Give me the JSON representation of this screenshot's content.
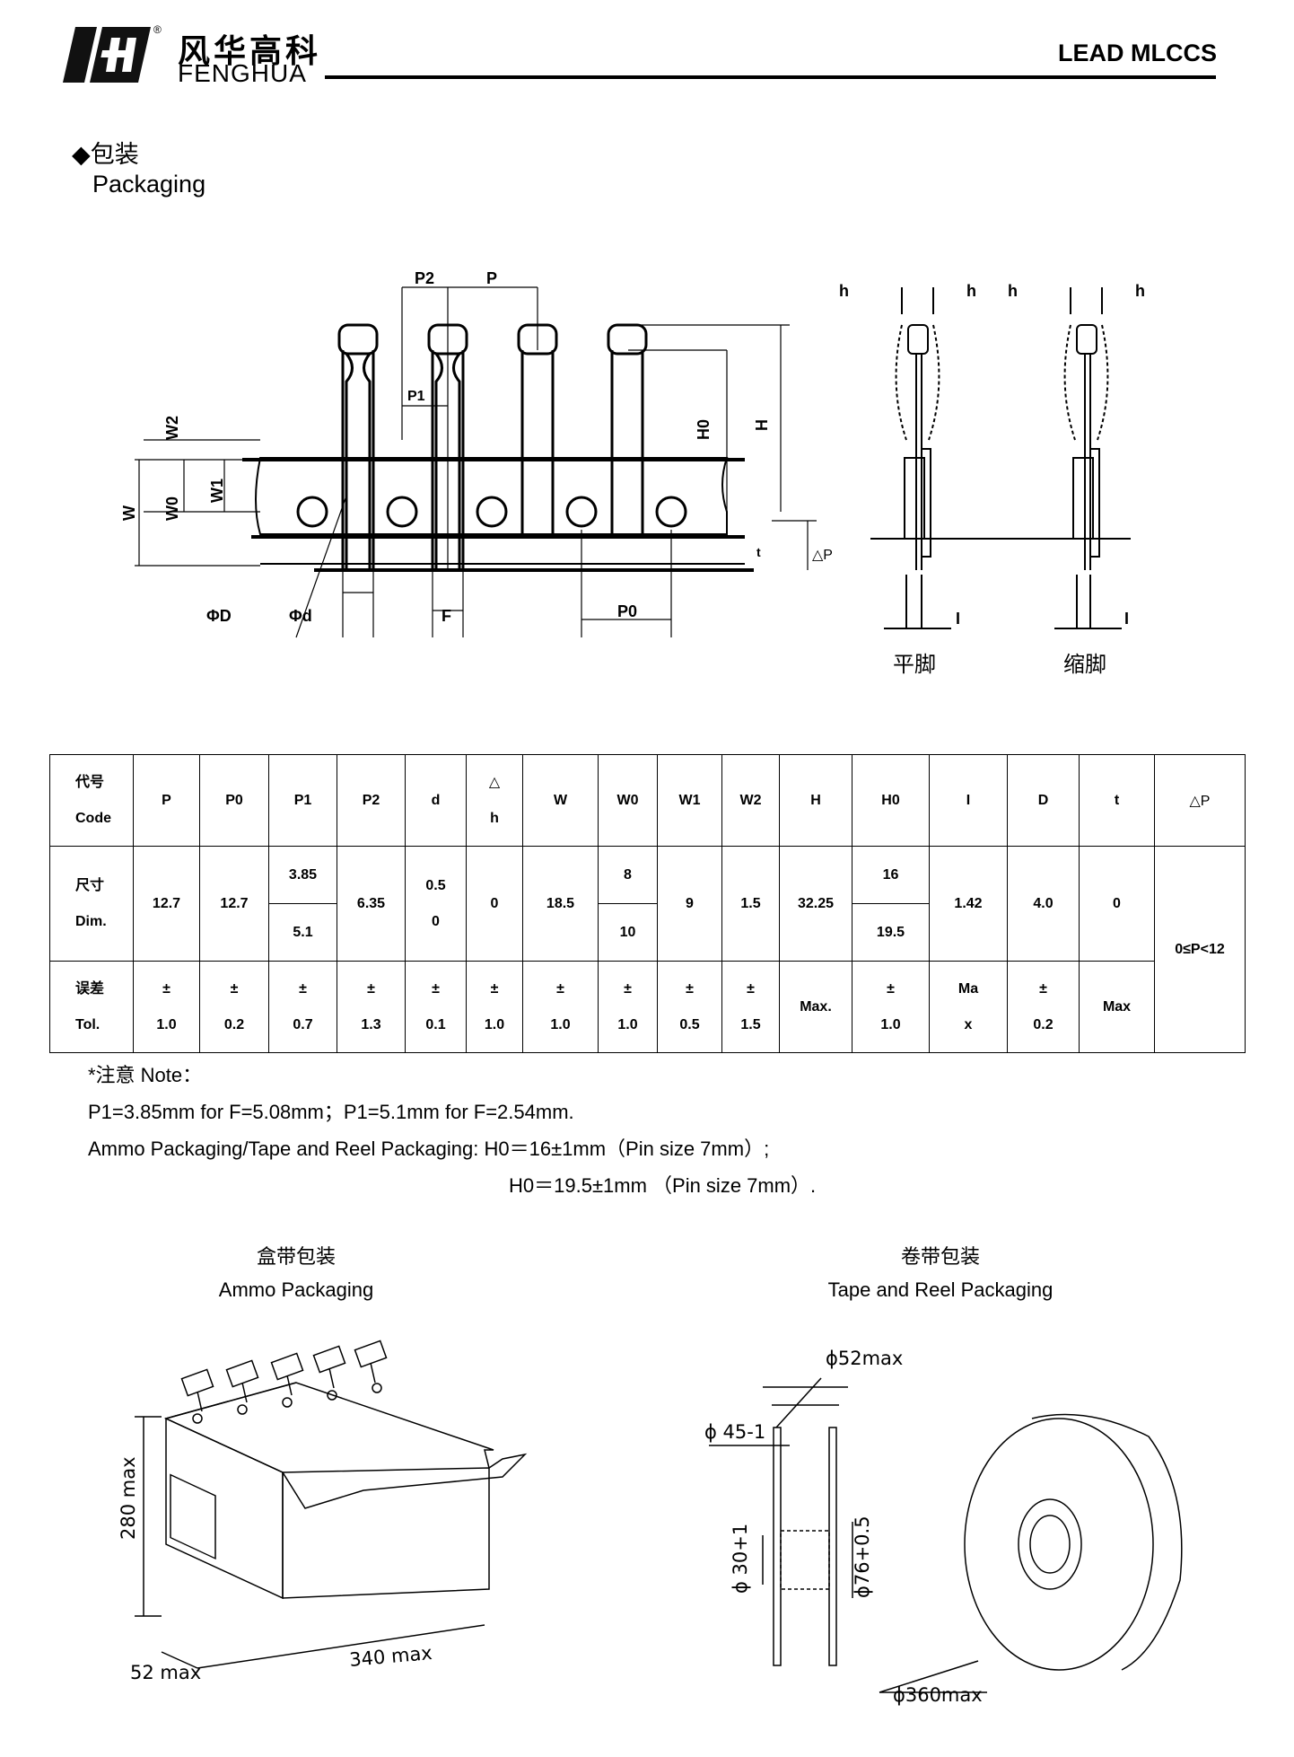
{
  "header": {
    "brand_cn": "风华高科",
    "brand_en": "FENGHUA",
    "registered": "®",
    "doc_title": "LEAD MLCCS"
  },
  "section": {
    "title_cn": "◆包装",
    "title_en": "Packaging"
  },
  "drawing_labels": {
    "P2": "P2",
    "P": "P",
    "P1": "P1",
    "H0": "H0",
    "H": "H",
    "W2": "W2",
    "W": "W",
    "W0": "W0",
    "W1": "W1",
    "t": "t",
    "dP": "△P",
    "phiD": "ΦD",
    "phid": "Φd",
    "F": "F",
    "P0": "P0",
    "h1": "h",
    "h2": "h",
    "h3": "h",
    "h4": "h",
    "I1": "I",
    "I2": "I",
    "flat": "平脚",
    "crimped": "缩脚"
  },
  "table": {
    "headers": {
      "code_cn": "代号",
      "code_en": "Code",
      "cols": [
        "P",
        "P0",
        "P1",
        "P2",
        "d",
        "△",
        "W",
        "W0",
        "W1",
        "W2",
        "H",
        "H0",
        "I",
        "D",
        "t",
        "△P"
      ],
      "dh_sub": "h"
    },
    "dim": {
      "label_cn": "尺寸",
      "label_en": "Dim.",
      "P": "12.7",
      "P0": "12.7",
      "P1_a": "3.85",
      "P1_b": "5.1",
      "P2": "6.35",
      "d_a": "0.5",
      "d_b": "0",
      "dh": "0",
      "W": "18.5",
      "W0_a": "8",
      "W0_b": "10",
      "W1": "9",
      "W2": "1.5",
      "H": "32.25",
      "H0_a": "16",
      "H0_b": "19.5",
      "I": "1.42",
      "D": "4.0",
      "t": "0",
      "dP": "0≤P<12"
    },
    "tol": {
      "label_cn": "误差",
      "label_en": "Tol.",
      "pm": "±",
      "P": "1.0",
      "P0": "0.2",
      "P1": "0.7",
      "P2": "1.3",
      "d": "0.1",
      "dh": "1.0",
      "W": "1.0",
      "W0": "1.0",
      "W1": "0.5",
      "W2": "1.5",
      "H": "Max.",
      "H0": "1.0",
      "I_a": "Ma",
      "I_b": "x",
      "D": "0.2",
      "t": "Max"
    }
  },
  "notes": {
    "title": "*注意 Note：",
    "line1": "P1=3.85mm for F=5.08mm；P1=5.1mm for F=2.54mm.",
    "line2": "Ammo Packaging/Tape and Reel Packaging: H0＝16±1mm（Pin size 7mm）;",
    "line3": "H0＝19.5±1mm （Pin size 7mm）."
  },
  "ammo": {
    "title_cn": "盒带包装",
    "title_en": "Ammo Packaging",
    "dim_h": "280 max",
    "dim_w": "340 max",
    "dim_d": "52 max"
  },
  "reel": {
    "title_cn": "卷带包装",
    "title_en": "Tape and Reel Packaging",
    "d52": "ϕ52max",
    "d45": "ϕ 45-1",
    "d30": "ϕ 30+1",
    "d76": "ϕ76+0.5",
    "d360": "ϕ360max"
  }
}
